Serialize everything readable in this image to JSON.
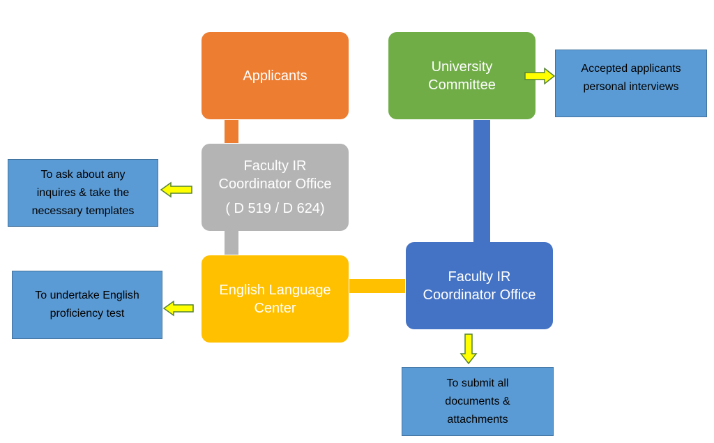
{
  "colors": {
    "applicants": "#ed7d31",
    "coordinator_gray": "#b4b4b4",
    "english_center": "#ffc000",
    "university_committee": "#70ad47",
    "coordinator_blue": "#4472c4",
    "note_fill": "#5b9bd5",
    "note_border": "#41719c",
    "arrow_fill": "#ffff00",
    "arrow_stroke": "#548235"
  },
  "nodes": {
    "applicants": {
      "lines": [
        "Applicants"
      ]
    },
    "coordinator_office_top": {
      "lines": [
        "Faculty IR",
        "Coordinator Office",
        "( D 519 / D 624)"
      ]
    },
    "english_center": {
      "lines": [
        "English Language",
        "Center"
      ]
    },
    "university_committee": {
      "lines": [
        "University",
        "Committee"
      ]
    },
    "coordinator_office_bottom": {
      "lines": [
        "Faculty IR",
        "Coordinator Office"
      ]
    }
  },
  "notes": {
    "inquiries": {
      "lines": [
        "To ask about any",
        "inquires & take the",
        "necessary templates"
      ]
    },
    "english_test": {
      "lines": [
        "To undertake English",
        "proficiency test"
      ]
    },
    "interviews": {
      "lines": [
        "Accepted applicants",
        "personal interviews"
      ]
    },
    "submit_documents": {
      "lines": [
        "To submit all",
        "documents &",
        "attachments"
      ]
    }
  }
}
